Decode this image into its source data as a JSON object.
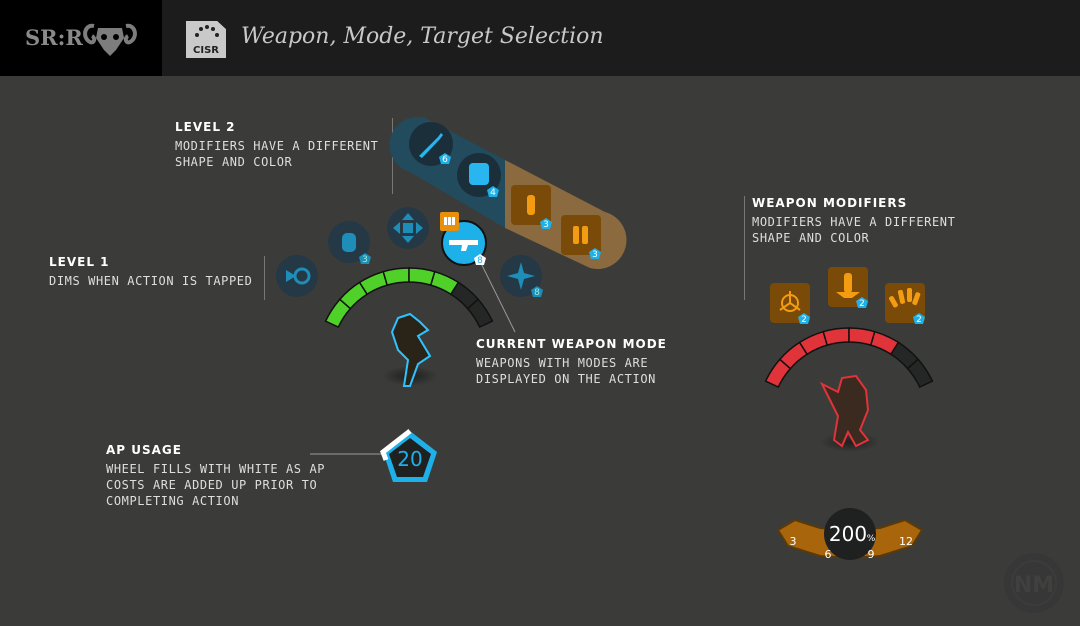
{
  "header": {
    "brand": "SR:R",
    "brand_icon": "ram-skull-icon",
    "section_icon": "cisr-icon",
    "section_icon_label": "CISR",
    "title": "Weapon, Mode, Target Selection"
  },
  "callouts": {
    "level2": {
      "title": "LEVEL 2",
      "body": "MODIFIERS HAVE A DIFFERENT\nSHAPE AND COLOR"
    },
    "level1": {
      "title": "LEVEL 1",
      "body": "DIMS WHEN ACTION IS TAPPED"
    },
    "current_mode": {
      "title": "CURRENT WEAPON MODE",
      "body": "WEAPONS WITH MODES ARE\nDISPLAYED ON THE ACTION"
    },
    "weapon_modifiers": {
      "title": "WEAPON MODIFIERS",
      "body": "MODIFIERS HAVE A DIFFERENT\nSHAPE AND COLOR"
    },
    "ap_usage": {
      "title": "AP USAGE",
      "body": "WHEEL FILLS WITH WHITE AS AP\nCOSTS ARE ADDED UP PRIOR TO\nCOMPLETING ACTION"
    }
  },
  "level2_actions": [
    {
      "icon": "knife-icon",
      "cost": "6"
    },
    {
      "icon": "fist-icon",
      "cost": "4"
    },
    {
      "icon": "single-bullet-icon",
      "cost": "3"
    },
    {
      "icon": "double-bullet-icon",
      "cost": "3"
    }
  ],
  "level1_actions": [
    {
      "icon": "reload-icon",
      "cost": ""
    },
    {
      "icon": "grenade-icon",
      "cost": "3"
    },
    {
      "icon": "move-icon",
      "cost": ""
    },
    {
      "icon": "assault-rifle-icon",
      "cost": "8",
      "mode_icon": "burst-ammo-icon"
    },
    {
      "icon": "spell-burst-icon",
      "cost": "8"
    }
  ],
  "player_ap_bar": {
    "filled_segments": 6,
    "total_segments": 8,
    "color": "#4fd12a"
  },
  "weapon_modifiers": [
    {
      "icon": "suppress-icon",
      "cost": "2"
    },
    {
      "icon": "called-shot-icon",
      "cost": "2"
    },
    {
      "icon": "full-auto-icon",
      "cost": "2"
    }
  ],
  "enemy_health_bar": {
    "filled_segments": 6,
    "total_segments": 8,
    "color": "#e0333a"
  },
  "ap_counter": {
    "value": "20",
    "fill_fraction": 0.15
  },
  "hit_chance": {
    "value": "200",
    "unit": "%",
    "ticks": [
      "3",
      "6",
      "9",
      "12"
    ]
  },
  "watermark": "NM",
  "colors": {
    "accent_blue": "#1eb0e8",
    "modifier_orange": "#f39c12",
    "modifier_bg": "#7a4a08",
    "background": "#3b3c3a"
  }
}
